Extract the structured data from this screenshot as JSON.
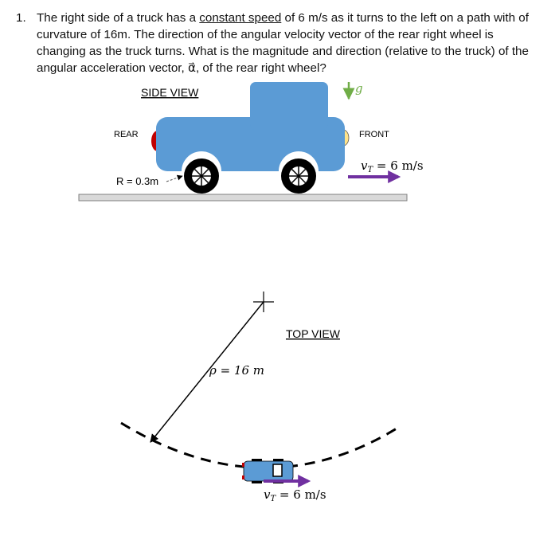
{
  "problem": {
    "number": "1.",
    "text_before": "The right side of a truck has a ",
    "underlined": "constant speed",
    "text_after": " of 6 m/s as it turns to the left on a path with of curvature of 16m.  The direction of the angular velocity vector of the rear right wheel is changing as the truck turns.  What is the magnitude and direction (relative to the truck) of the angular acceleration vector, ",
    "alpha_symbol": "α⃗",
    "text_end": ", of the rear right wheel?"
  },
  "side_view": {
    "title": "SIDE VIEW",
    "rear_label": "REAR",
    "front_label": "FRONT",
    "radius_label": "R = 0.3m",
    "gravity_label": "g",
    "velocity_label": "v",
    "velocity_sub": "T",
    "velocity_value": " = 6 m/s"
  },
  "top_view": {
    "title": "TOP VIEW",
    "rho_label": "ρ = 16 m",
    "velocity_label": "v",
    "velocity_sub": "T",
    "velocity_value": " = 6 m/s"
  },
  "colors": {
    "truck_body": "#5b9bd5",
    "arrow_purple": "#7030a0",
    "gravity_green": "#70ad47",
    "light_red": "#c00000",
    "head_light": "#ffe38a",
    "ground": "#d9d9d9"
  }
}
